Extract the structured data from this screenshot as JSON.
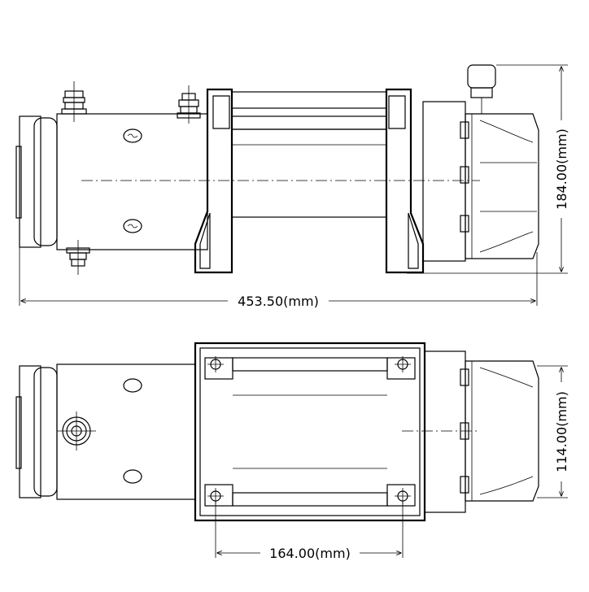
{
  "dimensions": {
    "overall_length": "453.50(mm)",
    "overall_height": "184.00(mm)",
    "depth": "114.00(mm)",
    "mount_spacing": "164.00(mm)"
  }
}
